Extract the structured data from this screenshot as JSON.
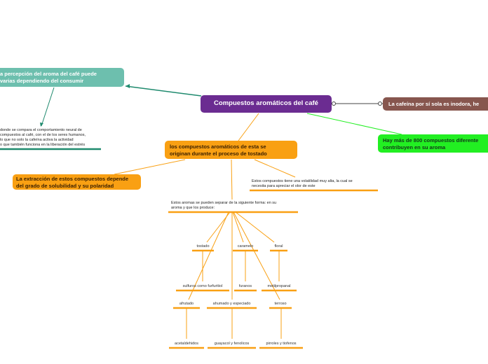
{
  "central": {
    "label": "Compuestos aromáticos del café",
    "color": "#6b2c91"
  },
  "teal_topic": {
    "lines": [
      "a percepción del aroma del café puede",
      "varias dependiendo del consumir"
    ],
    "color": "#6dbfae"
  },
  "teal_note": {
    "lines": [
      "donde se compara el comportamiento neural de",
      "compuestos al café, con el de los seres humanos,",
      "lo que no solo la cafeína activa la actividad",
      "o que también funciona en la liberación del estrés"
    ]
  },
  "brown_topic": {
    "label": "La cafeína por sí sola es inodora, he",
    "color": "#87564e"
  },
  "green_topic": {
    "lines": [
      "Hay más de 800 compuestos diferente",
      "contribuyen en su aroma"
    ],
    "color": "#22ef22"
  },
  "orange_main": {
    "lines": [
      "los compuestos aromáticos de esta se",
      "originan  durante el proceso de tostado"
    ],
    "color": "#f9a013"
  },
  "orange_extraction": {
    "lines": [
      "La extracción de estos compuestos depende",
      "del grado de solubilidad y su polaridad"
    ]
  },
  "volatility_note": {
    "lines": [
      "Estos compuestos tiene una volatilidad muy alta, la cual se",
      "necesita  para apreciar el olor de este"
    ]
  },
  "separation_note": {
    "lines": [
      "Estos aromas se pueden separar de la siguiente forma: en su",
      "aroma y que los produce:"
    ]
  },
  "leaves": {
    "tostado": "tostado",
    "caramelo": "caramelo",
    "floral": "floral",
    "sulfuros": "sulfuros como furfuritiol",
    "furanos": "furanos",
    "metilpropanal": "metilpropanal",
    "afrutado": "afrutado",
    "ahumado": "ahumado y especiado",
    "terroso": "terroso",
    "acetaldehidos": "acetaldehidos",
    "guayacol": "guayacol y fenolicos",
    "pirroles": "pirroles y tiofenos"
  },
  "colors": {
    "orange_line": "#f9a013",
    "teal_line": "#1f8a6e",
    "green_line": "#22ef22",
    "dark_line": "#444444"
  }
}
